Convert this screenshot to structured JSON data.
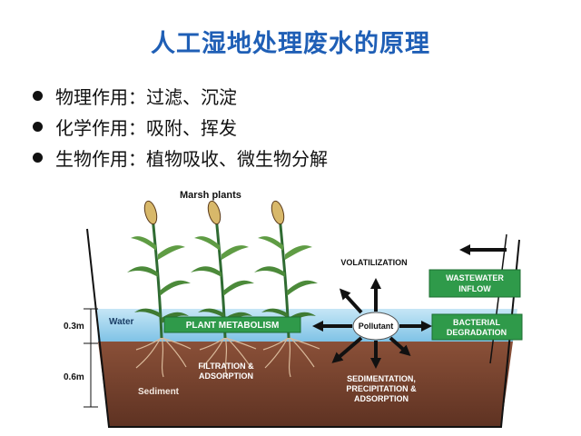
{
  "title": "人工湿地处理废水的原理",
  "bullets": [
    {
      "label": "物理作用",
      "sep": "：",
      "text": "过滤、沉淀"
    },
    {
      "label": "化学作用",
      "sep": "：",
      "text": "吸附、挥发"
    },
    {
      "label": "生物作用",
      "sep": "：",
      "text": "植物吸收、微生物分解"
    }
  ],
  "diagram": {
    "marsh_plants": "Marsh plants",
    "water": "Water",
    "sediment": "Sediment",
    "depth_water": "0.3m",
    "depth_sediment": "0.6m",
    "pollutant": "Pollutant",
    "plant_metabolism": "PLANT METABOLISM",
    "volatilization": "VOLATILIZATION",
    "wastewater_inflow": [
      "WASTEWATER",
      "INFLOW"
    ],
    "bacterial_degradation": [
      "BACTERIAL",
      "DEGRADATION"
    ],
    "filtration": [
      "FILTRATION &",
      "ADSORPTION"
    ],
    "sedimentation": [
      "SEDIMENTATION,",
      "PRECIPITATION &",
      "ADSORPTION"
    ],
    "colors": {
      "title": "#1f5fb6",
      "green_box": "#2f9a4a",
      "water": "#9fd3ee",
      "sediment": "#7a4330"
    }
  }
}
